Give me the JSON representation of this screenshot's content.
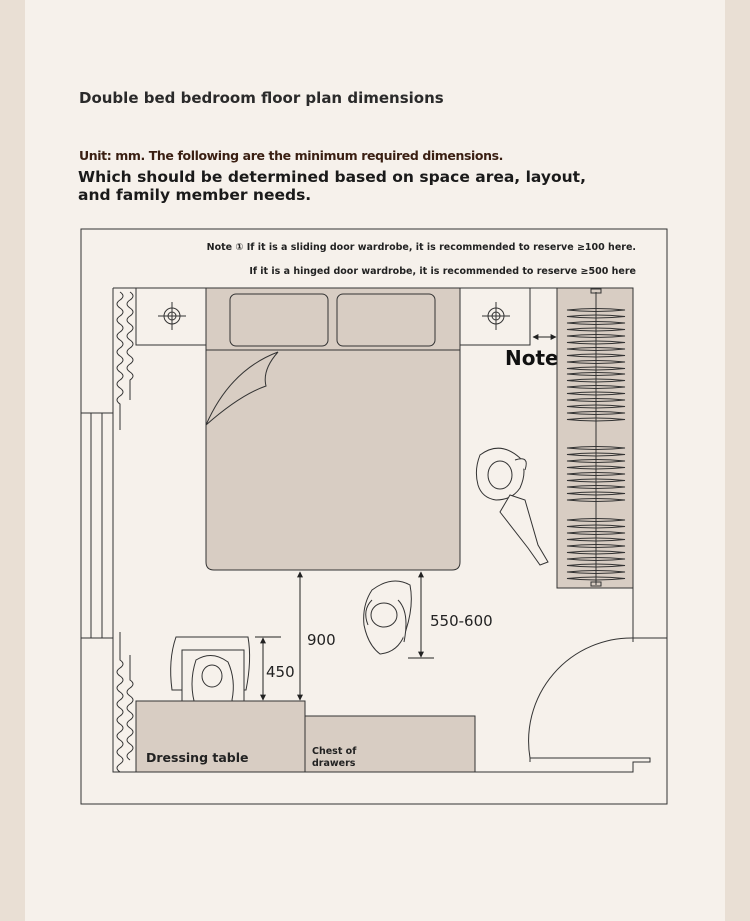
{
  "title": "Double bed bedroom floor plan dimensions",
  "unit_note": "Unit: mm. The following are the minimum required dimensions.",
  "description": "Which should be determined based on space area, layout, and family member needs.",
  "plan": {
    "note_sliding": "Note ① If it is a sliding door wardrobe, it is recommended to reserve ≥100 here.",
    "note_hinged": "If it is a hinged door wardrobe, it is recommended to reserve ≥500 here",
    "note_marker": "Note",
    "dim_900": "900",
    "dim_450": "450",
    "dim_550_600": "550-600",
    "dressing_table": "Dressing table",
    "chest_line1": "Chest of",
    "chest_line2": "drawers"
  },
  "colors": {
    "furniture": "#d8cdc3",
    "line": "#333333",
    "background": "#f6f1eb"
  }
}
